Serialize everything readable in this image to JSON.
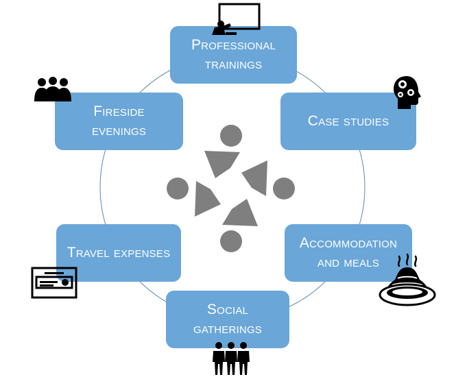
{
  "diagram": {
    "items": [
      {
        "lines": [
          "Professional",
          "trainings"
        ],
        "icon": "projector-presentation-icon"
      },
      {
        "lines": [
          "Case studies"
        ],
        "icon": "head-with-gears-icon"
      },
      {
        "lines": [
          "Accommodation",
          "and meals"
        ],
        "icon": "hot-food-dish-icon"
      },
      {
        "lines": [
          "Social",
          "gatherings"
        ],
        "icon": "group-of-people-icon"
      },
      {
        "lines": [
          "Travel expenses"
        ],
        "icon": "ticket-icon"
      },
      {
        "lines": [
          "Fireside",
          "evenings"
        ],
        "icon": "people-crowd-icon"
      }
    ],
    "center_icon": "network-logo-icon",
    "colors": {
      "box": "#6aa6d8",
      "ring": "#5b86b8",
      "logo": "#7f7f7f",
      "icon": "#000000"
    }
  }
}
